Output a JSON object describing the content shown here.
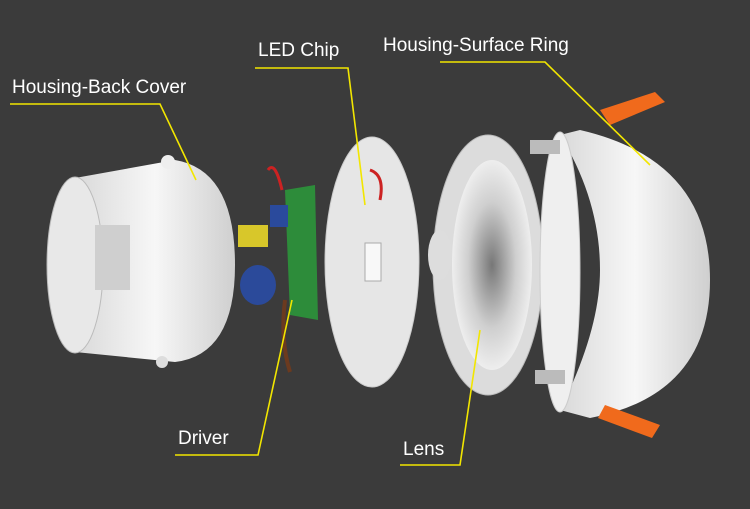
{
  "labels": {
    "back_cover": "Housing-Back Cover",
    "led_chip": "LED Chip",
    "surface_ring": "Housing-Surface Ring",
    "driver": "Driver",
    "lens": "Lens"
  },
  "colors": {
    "background": "#3b3b3b",
    "leader": "#f2e600",
    "clip": "#f06a1c"
  }
}
